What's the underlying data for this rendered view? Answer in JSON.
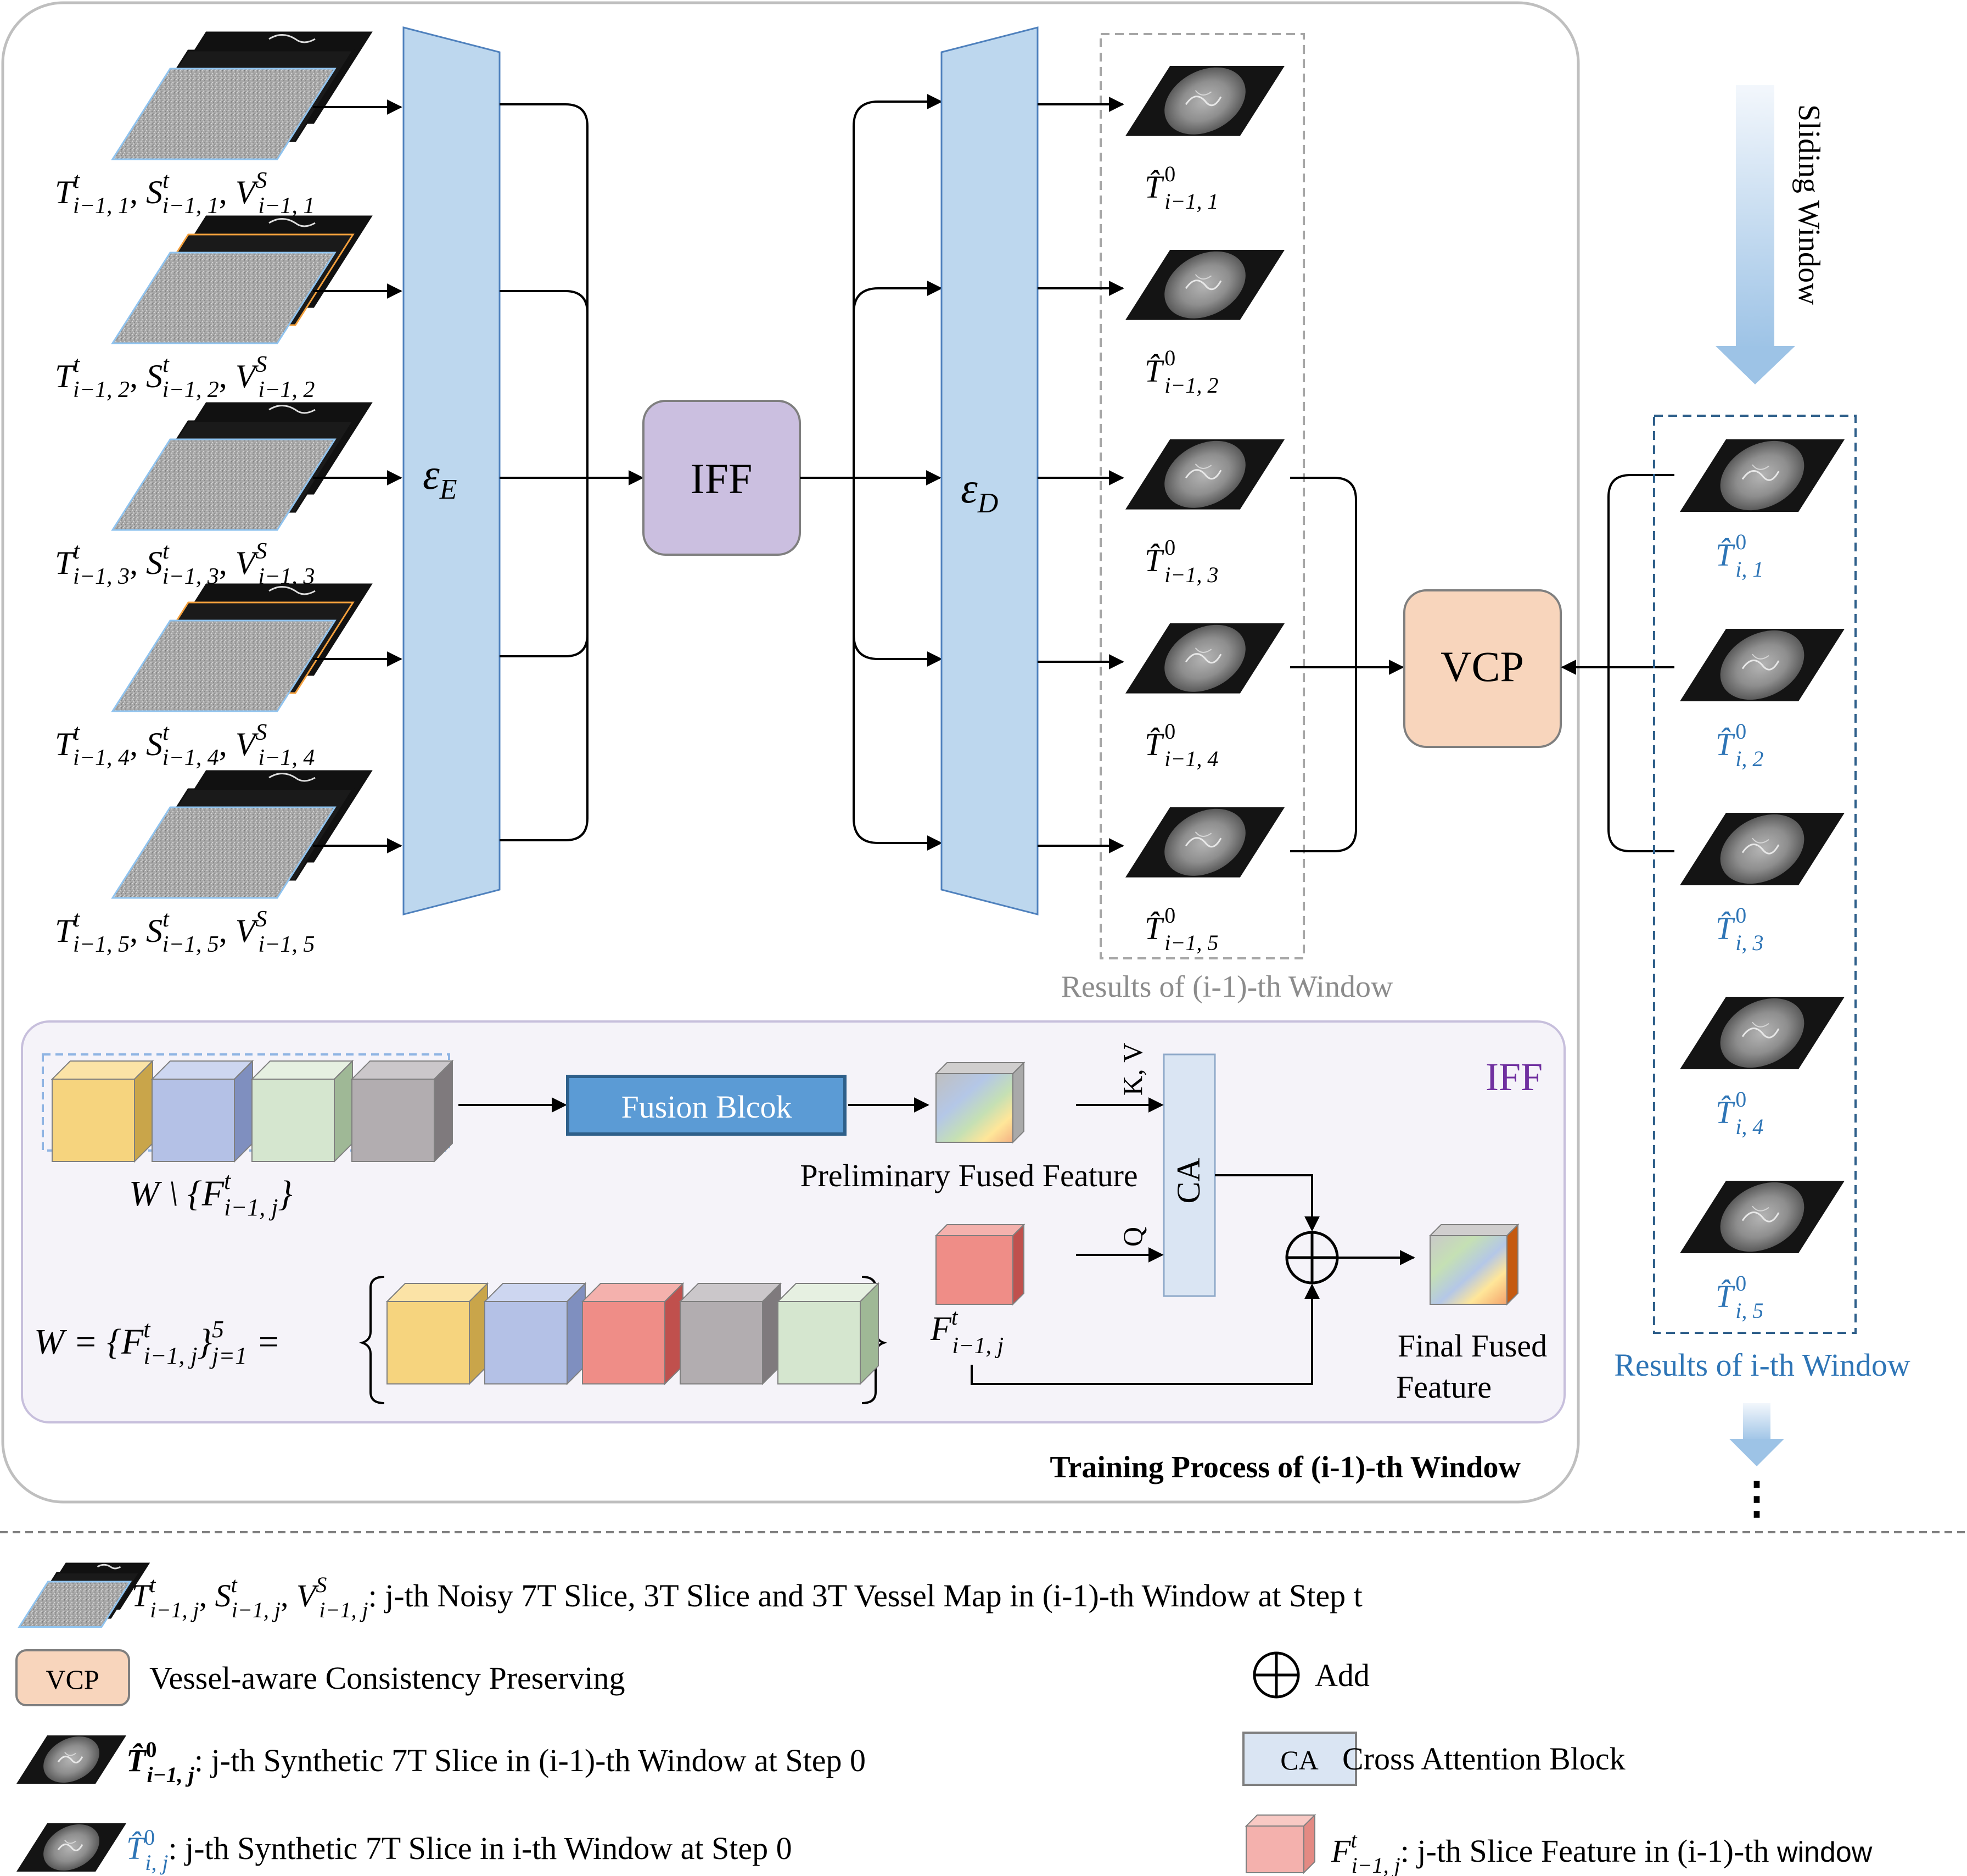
{
  "training": {
    "title": "Training Process of (i-1)-th Window",
    "inputs": [
      {
        "a": "T",
        "a_sup": "t",
        "a_sub": "i−1, 1",
        "b": "S",
        "b_sup": "t",
        "b_sub": "i−1, 1",
        "c": "V",
        "c_sup": "S",
        "c_sub": "i−1, 1"
      },
      {
        "a": "T",
        "a_sup": "t",
        "a_sub": "i−1, 2",
        "b": "S",
        "b_sup": "t",
        "b_sub": "i−1, 2",
        "c": "V",
        "c_sup": "S",
        "c_sub": "i−1, 2"
      },
      {
        "a": "T",
        "a_sup": "t",
        "a_sub": "i−1, 3",
        "b": "S",
        "b_sup": "t",
        "b_sub": "i−1, 3",
        "c": "V",
        "c_sup": "S",
        "c_sub": "i−1, 3"
      },
      {
        "a": "T",
        "a_sup": "t",
        "a_sub": "i−1, 4",
        "b": "S",
        "b_sup": "t",
        "b_sub": "i−1, 4",
        "c": "V",
        "c_sup": "S",
        "c_sub": "i−1, 4"
      },
      {
        "a": "T",
        "a_sup": "t",
        "a_sub": "i−1, 5",
        "b": "S",
        "b_sup": "t",
        "b_sub": "i−1, 5",
        "c": "V",
        "c_sup": "S",
        "c_sub": "i−1, 5"
      }
    ],
    "encoder": {
      "sym": "ε",
      "sub": "E"
    },
    "iff_label": "IFF",
    "decoder": {
      "sym": "ε",
      "sub": "D"
    },
    "outputs": [
      {
        "sym": "T̂",
        "sup": "0",
        "sub": "i−1, 1"
      },
      {
        "sym": "T̂",
        "sup": "0",
        "sub": "i−1, 2"
      },
      {
        "sym": "T̂",
        "sup": "0",
        "sub": "i−1, 3"
      },
      {
        "sym": "T̂",
        "sup": "0",
        "sub": "i−1, 4"
      },
      {
        "sym": "T̂",
        "sup": "0",
        "sub": "i−1, 5"
      }
    ],
    "results_caption": "Results of (i-1)-th Window"
  },
  "iff_panel": {
    "title": "IFF",
    "fusion_block": "Fusion Blcok",
    "prelim_label": "Preliminary Fused Feature",
    "ca_label": "CA",
    "kv_label": "K, V",
    "q_label": "Q",
    "final_label_1": "Final Fused",
    "final_label_2": "Feature",
    "w_minus": {
      "pre": "W \\ {",
      "sym": "F",
      "sup": "t",
      "sub": "i−1, j",
      "post": "}"
    },
    "w_eq": {
      "pre": "W = {",
      "sym": "F",
      "sup": "t",
      "sub": "i−1, j",
      "post": "}",
      "post_sub": "j=1",
      "post_sup": "5",
      "eq": " ="
    },
    "fj": {
      "sym": "F",
      "sup": "t",
      "sub": "i−1, j"
    }
  },
  "vcp_label": "VCP",
  "sliding_window": "Sliding Window",
  "ith": {
    "caption": "Results of i-th Window",
    "outputs": [
      {
        "sym": "T̂",
        "sup": "0",
        "sub": "i, 1"
      },
      {
        "sym": "T̂",
        "sup": "0",
        "sub": "i, 2"
      },
      {
        "sym": "T̂",
        "sup": "0",
        "sub": "i, 3"
      },
      {
        "sym": "T̂",
        "sup": "0",
        "sub": "i, 4"
      },
      {
        "sym": "T̂",
        "sup": "0",
        "sub": "i, 5"
      }
    ],
    "ellipsis": "⋮"
  },
  "legend": {
    "input_sym": {
      "a": "T",
      "a_sup": "t",
      "a_sub": "i−1, j",
      "b": "S",
      "b_sup": "t",
      "b_sub": "i−1, j",
      "c": "V",
      "c_sup": "S",
      "c_sub": "i−1, j"
    },
    "input_text": ": j-th Noisy 7T Slice, 3T Slice and 3T Vessel Map in (i-1)-th Window at Step t",
    "vcp_box": "VCP",
    "vcp_text": "Vessel-aware Consistency Preserving",
    "add_text": "Add",
    "synth_prev_sym": {
      "sym": "T̂",
      "sup": "0",
      "sub": "i−1, j"
    },
    "synth_prev_text": ": j-th Synthetic 7T Slice in (i-1)-th Window at Step 0",
    "ca_box": "CA",
    "ca_text": "Cross Attention Block",
    "synth_i_sym": {
      "sym": "T̂",
      "sup": "0",
      "sub": "i, j"
    },
    "synth_i_text": ": j-th Synthetic 7T Slice in i-th Window at Step 0",
    "feat_sym": {
      "sym": "F",
      "sup": "t",
      "sub": "i−1, j"
    },
    "feat_text_1": ": j-th Slice Feature in (i-1)-th ",
    "feat_text_2": "window"
  },
  "colors": {
    "encoder_fill": "#bdd7ee",
    "iff_fill": "#cbbfe0",
    "vcp_fill": "#f8d5bc",
    "ca_fill": "#dae5f3",
    "fusion_fill": "#5b9bd5",
    "blue_text": "#2e75b6",
    "iff_title": "#7030a0",
    "panel_fill": "#f5f3f9",
    "panel_stroke": "#c7bfdc",
    "cube_yellow": "#f6d47e",
    "cube_blue": "#b4c1e6",
    "cube_green": "#d5e6cf",
    "cube_gray": "#b2adb0",
    "cube_red": "#ef8d87",
    "gray_text": "#8c8c8c"
  },
  "icons": [
    "noisy-slice-stack-icon",
    "brain-slice-icon",
    "cube-icon",
    "add-circle-icon",
    "arrow-down-icon"
  ]
}
